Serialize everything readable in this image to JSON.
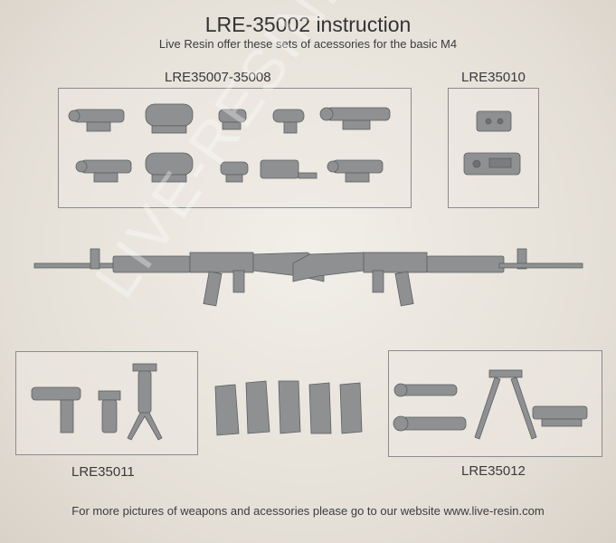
{
  "header": {
    "title": "LRE-35002 instruction",
    "subtitle": "Live Resin offer these sets of acessories for the basic M4"
  },
  "groups": {
    "optics_label": "LRE35007-35008",
    "laser_label": "LRE35010",
    "grips_label": "LRE35011",
    "bipods_label": "LRE35012"
  },
  "watermark": "LIVE-RESIN.COM",
  "footer": "For more pictures of weapons and acessories please go to our website www.live-resin.com"
}
